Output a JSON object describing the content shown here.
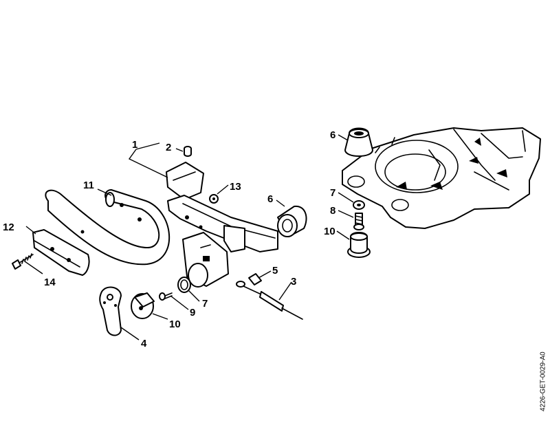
{
  "diagram": {
    "doc_code": "4226-GET-0029-A0",
    "callouts": {
      "c1": "1",
      "c2": "2",
      "c3": "3",
      "c4": "4",
      "c5": "5",
      "c6a": "6",
      "c6b": "6",
      "c7a": "7",
      "c7b": "7",
      "c8": "8",
      "c9": "9",
      "c10a": "10",
      "c10b": "10",
      "c11": "11",
      "c12": "12",
      "c13": "13",
      "c14": "14"
    }
  }
}
